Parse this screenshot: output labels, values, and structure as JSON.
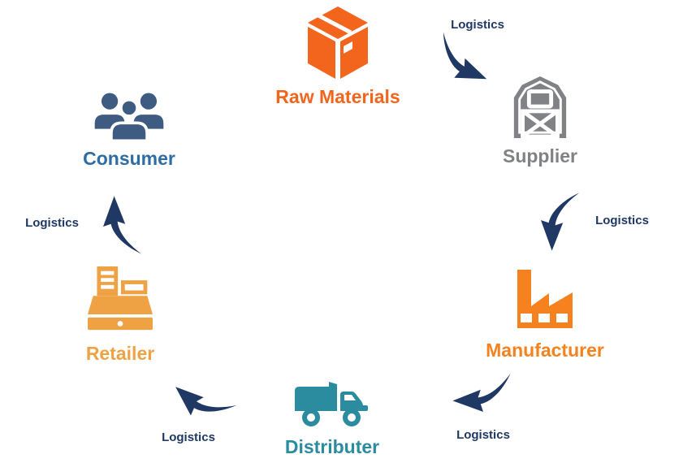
{
  "diagram": {
    "arrow_color": "#1F3864",
    "edge_label_color": "#1F3864",
    "nodes": [
      {
        "id": "raw-materials",
        "label": "Raw Materials",
        "color": "#F3651C",
        "icon_color": "#F3651C",
        "icon": "box-icon"
      },
      {
        "id": "supplier",
        "label": "Supplier",
        "color": "#808285",
        "icon_color": "#808285",
        "icon": "barn-icon"
      },
      {
        "id": "manufacturer",
        "label": "Manufacturer",
        "color": "#F5821E",
        "icon_color": "#F5821E",
        "icon": "factory-icon"
      },
      {
        "id": "distributer",
        "label": "Distributer",
        "color": "#2A8C9E",
        "icon_color": "#2A8C9E",
        "icon": "truck-icon"
      },
      {
        "id": "retailer",
        "label": "Retailer",
        "color": "#EFA244",
        "icon_color": "#EFA244",
        "icon": "cash-register-icon"
      },
      {
        "id": "consumer",
        "label": "Consumer",
        "color": "#2E6CA6",
        "icon_color": "#3E5C82",
        "icon": "people-icon"
      }
    ],
    "edges": [
      {
        "from": "Raw Materials",
        "to": "Supplier",
        "label": "Logistics"
      },
      {
        "from": "Supplier",
        "to": "Manufacturer",
        "label": "Logistics"
      },
      {
        "from": "Manufacturer",
        "to": "Distributer",
        "label": "Logistics"
      },
      {
        "from": "Distributer",
        "to": "Retailer",
        "label": "Logistics"
      },
      {
        "from": "Retailer",
        "to": "Consumer",
        "label": "Logistics"
      }
    ]
  }
}
